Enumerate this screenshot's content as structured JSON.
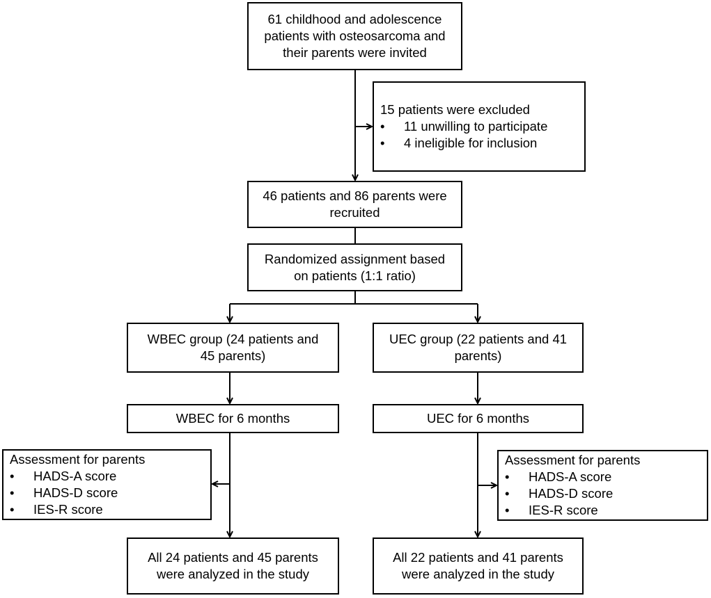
{
  "boxes": {
    "invited": {
      "lines": [
        "61 childhood and adolescence",
        "patients with osteosarcoma and",
        "their parents were invited"
      ]
    },
    "excluded": {
      "heading": "15 patients were excluded",
      "items": [
        "11 unwilling to participate",
        "4 ineligible for inclusion"
      ]
    },
    "recruited": {
      "lines": [
        "46 patients and 86 parents were",
        "recruited"
      ]
    },
    "randomized": {
      "lines": [
        "Randomized assignment based",
        "on patients (1:1 ratio)"
      ]
    },
    "wbec_group": {
      "lines": [
        "WBEC group (24 patients and",
        "45 parents)"
      ]
    },
    "uec_group": {
      "lines": [
        "UEC group (22 patients and 41",
        "parents)"
      ]
    },
    "wbec_duration": {
      "lines": [
        "WBEC for 6 months"
      ]
    },
    "uec_duration": {
      "lines": [
        "UEC for 6 months"
      ]
    },
    "assessment_left": {
      "heading": "Assessment for parents",
      "items": [
        "HADS-A score",
        "HADS-D score",
        "IES-R score"
      ]
    },
    "assessment_right": {
      "heading": "Assessment for parents",
      "items": [
        "HADS-A score",
        "HADS-D score",
        "IES-R score"
      ]
    },
    "analyzed_left": {
      "lines": [
        "All 24 patients and 45 parents",
        "were analyzed in the study"
      ]
    },
    "analyzed_right": {
      "lines": [
        "All 22 patients and 41 parents",
        "were analyzed in the study"
      ]
    }
  }
}
